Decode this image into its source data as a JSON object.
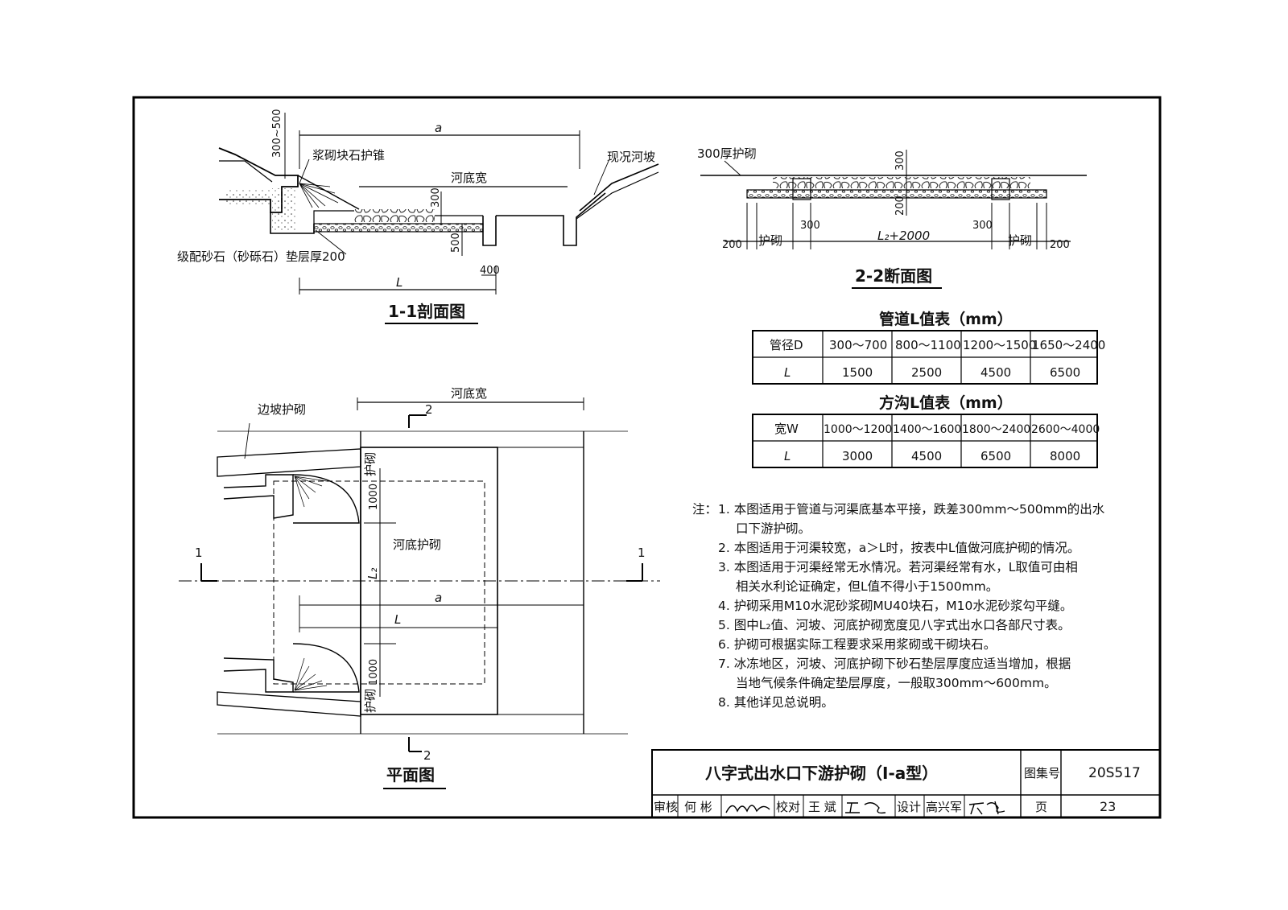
{
  "section11": {
    "title": "1-1剖面图",
    "dim_a": "a",
    "dim_300_500": "300~500",
    "label_cone": "浆砌块石护锥",
    "label_riverbed_width": "河底宽",
    "label_bank": "现况河坡",
    "dim_300": "300",
    "dim_500": "500",
    "label_gravel": "级配砂石（砂砾石）垫层厚200",
    "dim_L": "L",
    "dim_400": "400"
  },
  "section22": {
    "title": "2-2断面图",
    "label_300_thick": "300厚护砌",
    "dim_300_top": "300",
    "dim_200_mid": "200",
    "dim_200_left": "200",
    "dim_200_right": "200",
    "label_hu_qi_left": "护砌",
    "label_hu_qi_right": "护砌",
    "dim_300_left": "300",
    "dim_300_right": "300",
    "dim_L2": "L₂+2000"
  },
  "plan": {
    "title": "平面图",
    "label_riverbed_width": "河底宽",
    "label_slope": "边坡护砌",
    "label_riverbed_revet": "河底护砌",
    "label_hu_qi_top": "护砌",
    "label_hu_qi_bottom": "护砌",
    "dim_1000_top": "1000",
    "dim_1000_bottom": "1000",
    "dim_L2": "L₂",
    "dim_a": "a",
    "dim_L": "L",
    "cut_1_left": "1",
    "cut_1_right": "1",
    "cut_2_top": "2",
    "cut_2_bottom": "2"
  },
  "pipe_table": {
    "title": "管道L值表（mm）",
    "headers": [
      "管径D",
      "300～700",
      "800～1100",
      "1200～1500",
      "1650～2400"
    ],
    "row": [
      "L",
      "1500",
      "2500",
      "4500",
      "6500"
    ]
  },
  "ditch_table": {
    "title": "方沟L值表（mm）",
    "headers": [
      "宽W",
      "1000～1200",
      "1400～1600",
      "1800～2400",
      "2600～4000"
    ],
    "row": [
      "L",
      "3000",
      "4500",
      "6500",
      "8000"
    ]
  },
  "notes": {
    "prefix": "注：",
    "lines": [
      "1. 本图适用于管道与河渠底基本平接，跌差300mm～500mm的出水",
      "口下游护砌。",
      "2. 本图适用于河渠较宽，a＞L时，按表中L值做河底护砌的情况。",
      "3. 本图适用于河渠经常无水情况。若河渠经常有水，L取值可由相",
      "相关水利论证确定，但L值不得小于1500mm。",
      "4. 护砌采用M10水泥砂浆砌MU40块石，M10水泥砂浆勾平缝。",
      "5. 图中L₂值、河坡、河底护砌宽度见八字式出水口各部尺寸表。",
      "6. 护砌可根据实际工程要求采用浆砌或干砌块石。",
      "7. 冰冻地区，河坡、河底护砌下砂石垫层厚度应适当增加，根据",
      "当地气候条件确定垫层厚度，一般取300mm～600mm。",
      "8. 其他详见总说明。"
    ]
  },
  "title_block": {
    "drawing_title": "八字式出水口下游护砌（Ⅰ-a型）",
    "atlas_label": "图集号",
    "atlas_no": "20S517",
    "review_label": "审核",
    "review_name": "何 彬",
    "check_label": "校对",
    "check_name": "王 斌",
    "design_label": "设计",
    "design_name": "高兴军",
    "page_label": "页",
    "page_no": "23",
    "sig_review": "何彬",
    "sig_check": "王斌",
    "sig_design": "高兴军"
  }
}
